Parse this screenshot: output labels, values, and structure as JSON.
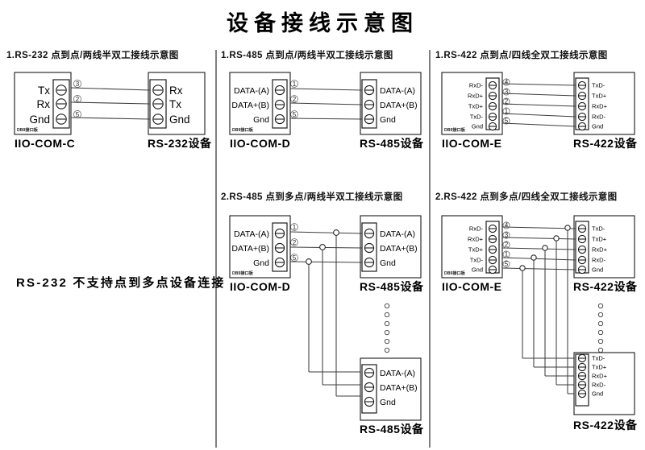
{
  "page": {
    "title": "设备接线示意图",
    "background": "#ffffff",
    "ink": "#1a1a1a",
    "wire_color": "#3d3d3d"
  },
  "columns": {
    "left": {
      "section_1_heading": "1.RS-232 点到点/两线半双工接线示意图",
      "note": "RS-232 不支持点到多点设备连接"
    },
    "middle": {
      "section_1_heading": "1.RS-485 点到点/两线半双工接线示意图",
      "section_2_heading": "2.RS-485 点到多点/两线半双工接线示意图"
    },
    "right": {
      "section_1_heading": "1.RS-422 点到点/四线全双工接线示意图",
      "section_2_heading": "2.RS-422 点到多点/四线全双工接线示意图"
    }
  },
  "board_tag": "DB9接口板",
  "devices": {
    "com_c": "IIO-COM-C",
    "com_d": "IIO-COM-D",
    "com_e": "IIO-COM-E",
    "rs232_device": "RS-232设备",
    "rs485_device": "RS-485设备",
    "rs422_device": "RS-422设备"
  },
  "terminals": {
    "rs232_host": [
      {
        "label": "Tx",
        "pin": "③"
      },
      {
        "label": "Rx",
        "pin": "②"
      },
      {
        "label": "Gnd",
        "pin": "⑤"
      }
    ],
    "rs232_remote": [
      "Rx",
      "Tx",
      "Gnd"
    ],
    "rs485_host": [
      {
        "label": "DATA-(A)",
        "pin": "①"
      },
      {
        "label": "DATA+(B)",
        "pin": "②"
      },
      {
        "label": "Gnd",
        "pin": "⑤"
      }
    ],
    "rs485_remote": [
      "DATA-(A)",
      "DATA+(B)",
      "Gnd"
    ],
    "rs422_host": [
      {
        "label": "RxD-",
        "pin": "④"
      },
      {
        "label": "RxD+",
        "pin": "③"
      },
      {
        "label": "TxD+",
        "pin": "②"
      },
      {
        "label": "TxD-",
        "pin": "①"
      },
      {
        "label": "Gnd",
        "pin": "⑤"
      }
    ],
    "rs422_remote": [
      "TxD-",
      "TxD+",
      "RxD+",
      "RxD-",
      "Gnd"
    ]
  },
  "ellipsis_dot_count": 6
}
